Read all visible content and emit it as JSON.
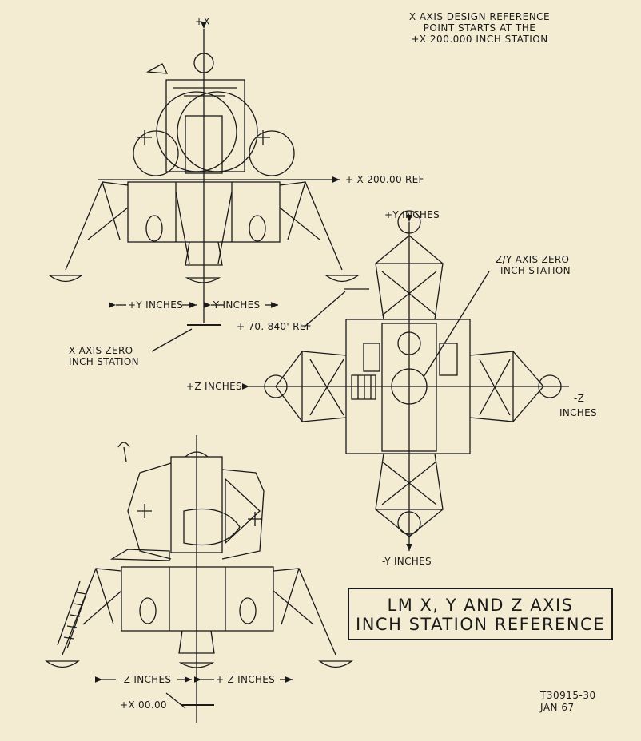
{
  "note": {
    "line1": "X AXIS DESIGN REFERENCE",
    "line2": "POINT STARTS AT THE",
    "line3": "+X 200.000 INCH STATION"
  },
  "labels": {
    "plus_x": "+X",
    "x_200_ref": "+ X 200.00 REF",
    "plus_y_inches_top": "+Y INCHES",
    "zy_zero_line1": "Z/Y AXIS ZERO",
    "zy_zero_line2": "INCH STATION",
    "plus_y_inches_front": "+Y INCHES",
    "minus_y_inches_front": "- Y INCHES",
    "ref_70840": "+ 70. 840' REF",
    "x_zero_line1": "X AXIS ZERO",
    "x_zero_line2": "INCH STATION",
    "plus_z_inches_top": "+Z INCHES",
    "minus_z": "-Z",
    "minus_z_inches": "INCHES",
    "minus_y_inches_top": "-Y INCHES",
    "minus_z_inches_side": "- Z INCHES",
    "plus_z_inches_side": "+ Z INCHES",
    "x_00": "+X 00.00"
  },
  "title": {
    "line1": "LM X, Y AND Z AXIS",
    "line2": "INCH STATION REFERENCE"
  },
  "doc": {
    "id": "T30915-30",
    "date": "JAN 67"
  },
  "colors": {
    "paper": "#f3ecd3",
    "ink": "#1a1a1a"
  }
}
